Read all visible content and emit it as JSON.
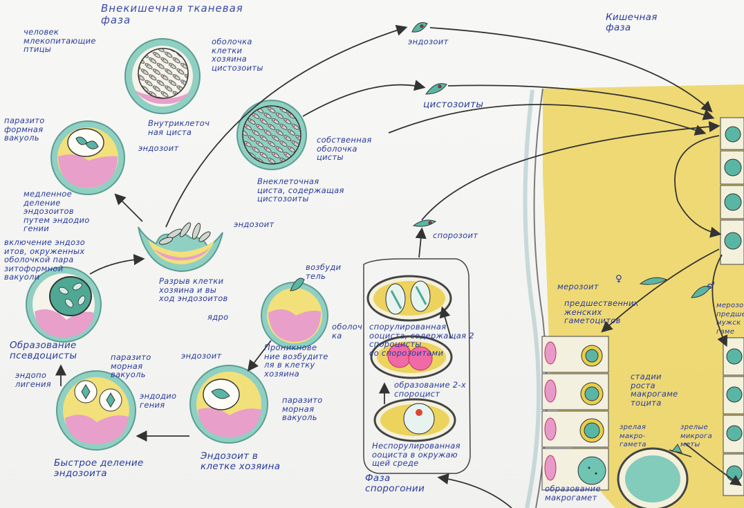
{
  "phases": {
    "extraintestinal_tissue": "Внекишечная тканевая\nфаза",
    "intestinal": "Кишечная\nфаза",
    "sporogony": "Фаза\nспорогонии"
  },
  "labels": {
    "hosts": "человек\nмлекопитающие\nптицы",
    "host_cell_membrane": "оболочка\nклетки\nхозяина",
    "cystozoites_1": "цистозоиты",
    "intracellular_cyst": "Внутриклеточ\nная циста",
    "parasitophorous_vacuole_1": "паразито\nформная\nвакуоль",
    "endozoite_1": "эндозоит",
    "slow_division": "медленное\nделение\nэндозоитов\nпутем эндодио\nгении",
    "cyst_own_membrane": "собственная\nоболочка\nцисты",
    "extracellular_cyst": "Внеклеточная\nциста, содержащая\nцистозоиты",
    "endozoite_top": "эндозоит",
    "cystozoites_top": "цистозоиты",
    "endozoite_rupture": "эндозоит",
    "enclosing": "включение эндозо\nитов, окруженных\nоболочкой пара\nзитоформной\nвакуоли",
    "pseudocyst": "Образование\nпсевдоцисты",
    "host_cell_rupture": "Разрыв клетки\nхозяина и вы\nход эндозоитов",
    "pathogen": "возбуди\nтель",
    "nucleus": "ядро",
    "shell": "оболоч\nка",
    "penetration": "Проникнове\nние возбудите\nля в клетку\nхозяина",
    "endopolygeny": "эндопо\nлигения",
    "parasitophorous_vacuole_2": "паразито\nморная\nвакуоль",
    "endodiogeny": "эндодио\nгения",
    "endozoite_mid": "эндозоит",
    "parasitophorous_vacuole_3": "паразито\nморная\nвакуоль",
    "fast_division": "Быстрое деление\nэндозоита",
    "endozoite_in_cell": "Эндозоит в\nклетке хозяина",
    "sporozoite": "спорозоит",
    "sporulated_oocyst": "спорулированная\nооциста, содержащая 2\nспороцисты\nсо спорозоитами",
    "two_sporocysts": "образование 2-х\nспороцист",
    "unsporulated_oocyst": "Неспорулированная\nооциста в окружаю\nщей среде",
    "merozoite": "мерозоит",
    "female_gametocyte_precursors": "предшественник\nженских\nгаметоцитов",
    "male_gametocyte_precursors": "мерозо\nпредше\nмужск\nгаме",
    "macrogametocyte_growth": "стадии\nроста\nмакрогаме\nтоцита",
    "mature_gametes": "зрелая\nмакро-\nгамета",
    "mature_micro": "зрелые\nмикрога\nметы",
    "macrogamete_formation": "образование\nмакрогамет",
    "female_symbol": "♀",
    "male_symbol": "♂"
  },
  "colors": {
    "ink": "#283a9c",
    "cell_ring": "#6fc4b4",
    "cytoplasm": "#ecd865",
    "nucleus": "#e79ac9",
    "intestine": "#eed968"
  }
}
